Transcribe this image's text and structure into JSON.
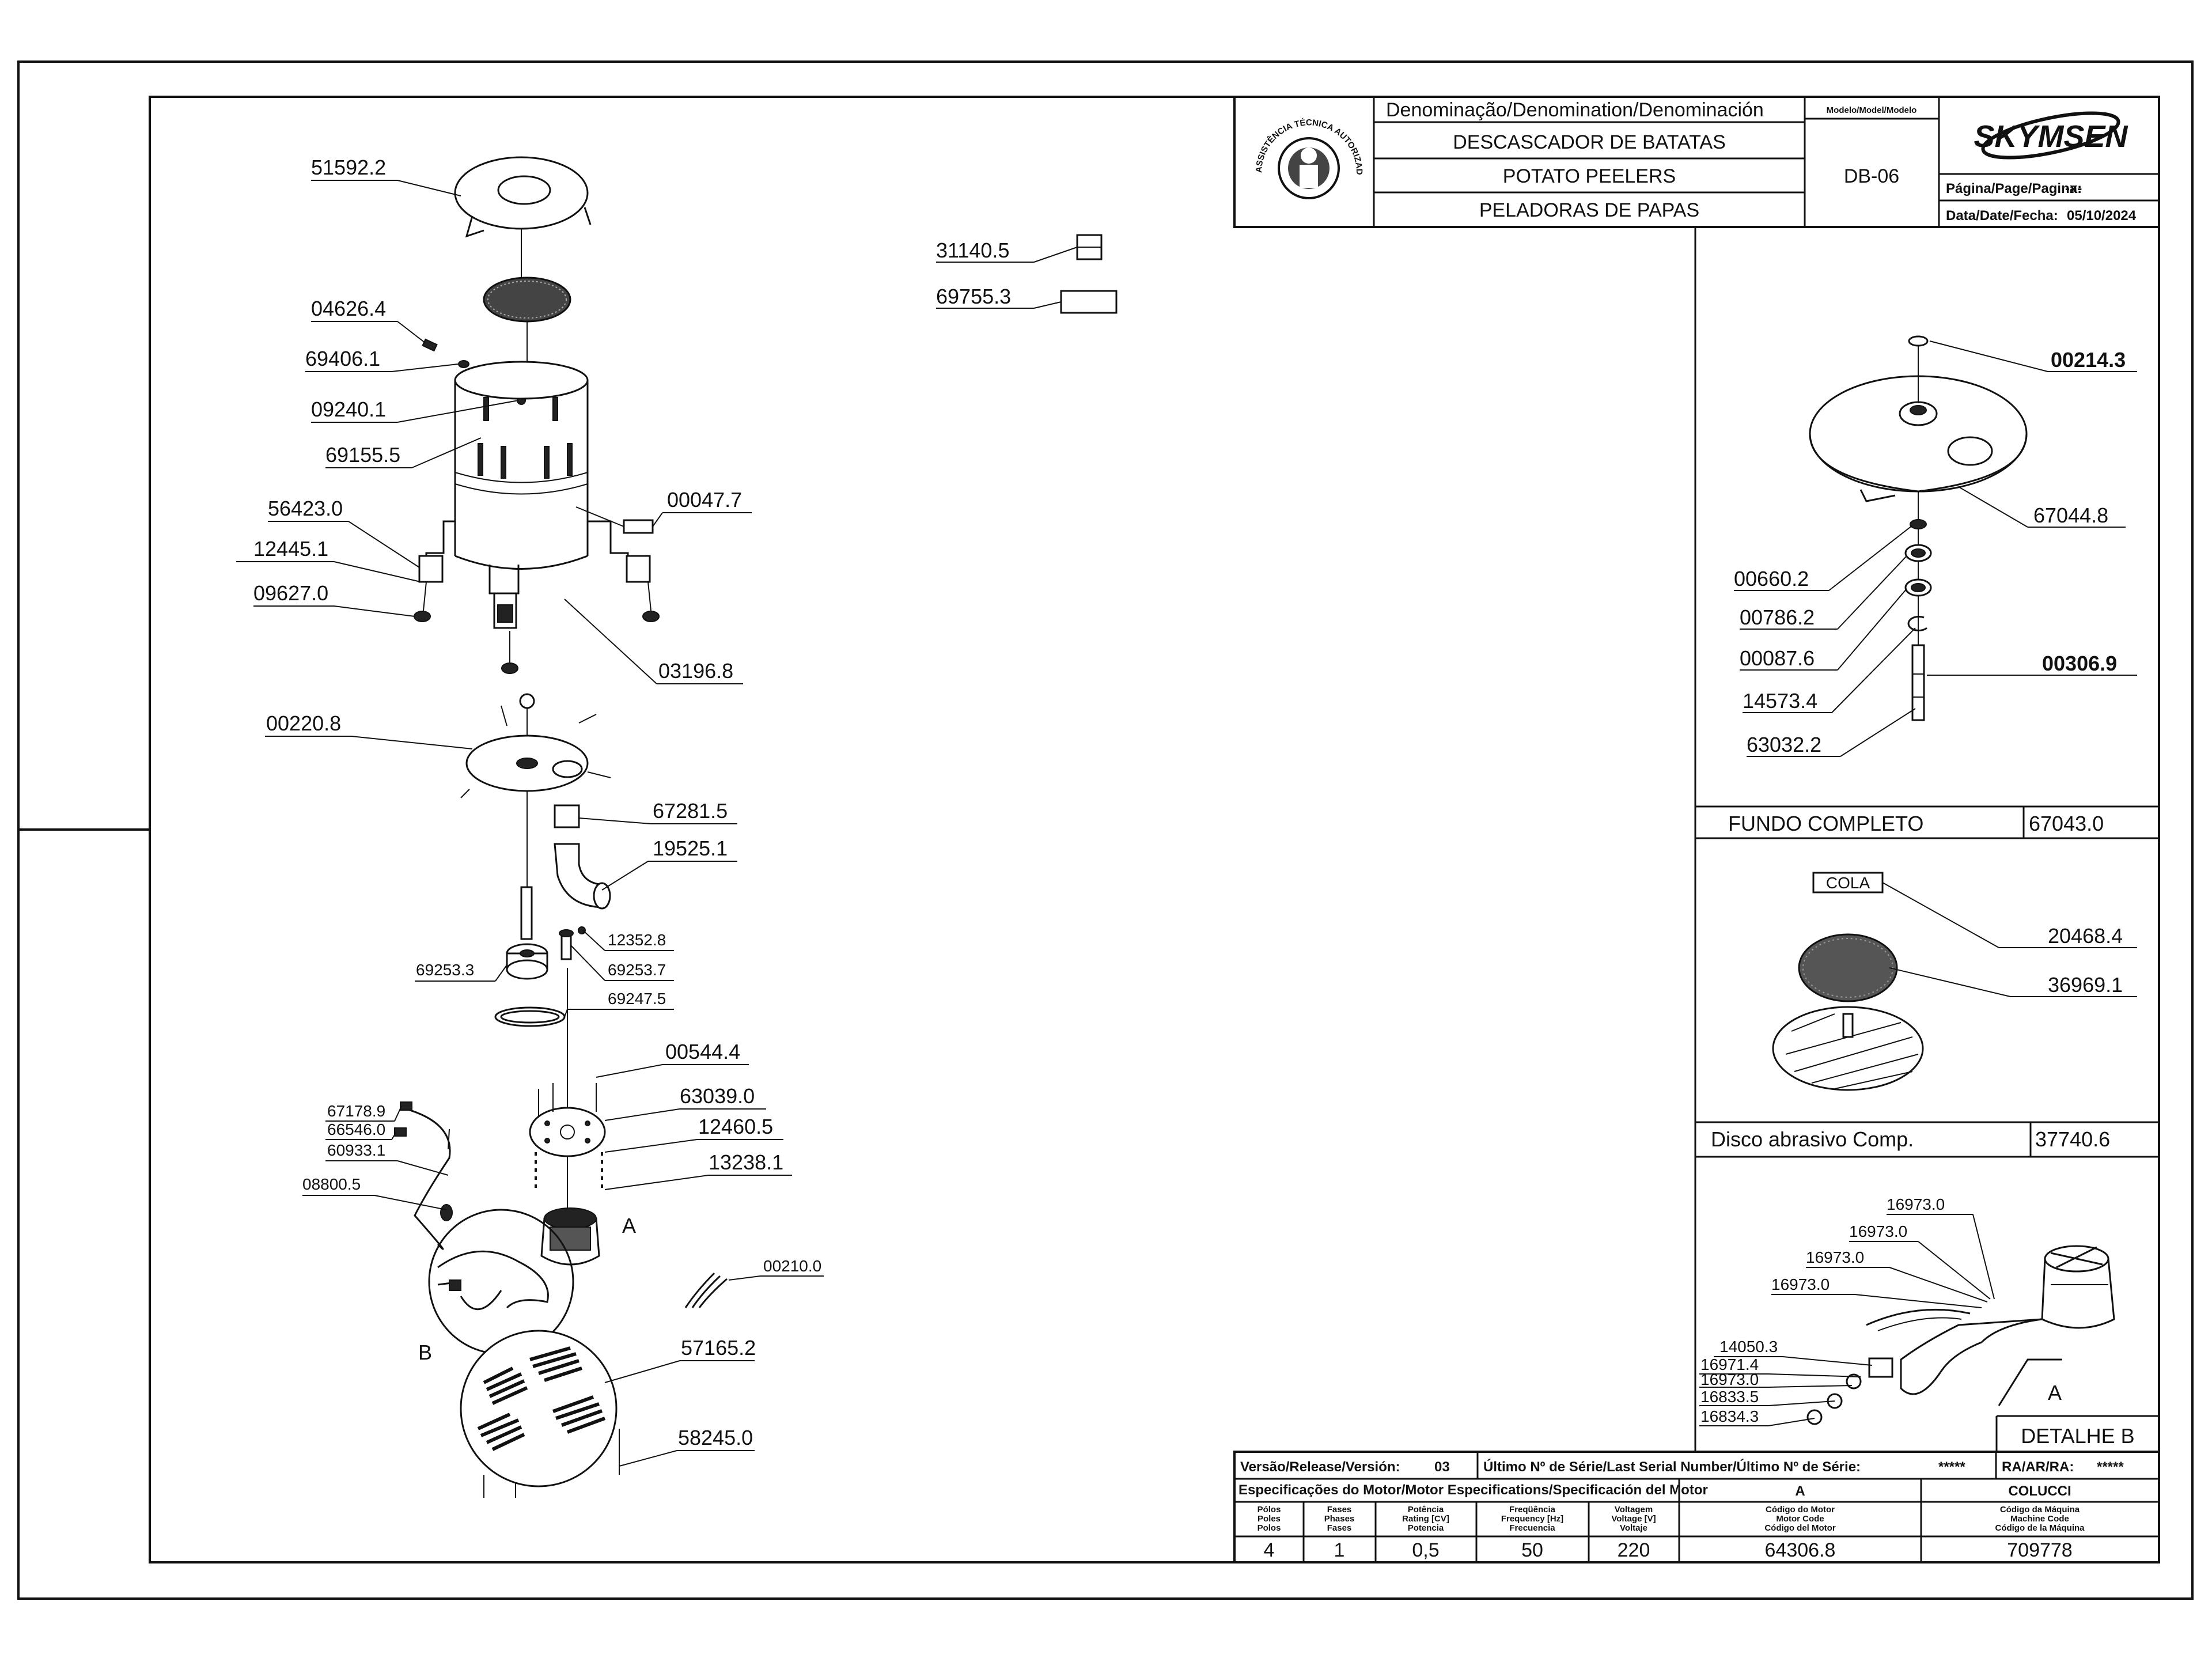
{
  "title_block": {
    "denomination_header": "Denominação/Denomination/Denominación",
    "name_pt": "DESCASCADOR DE BATATAS",
    "name_en": "POTATO PEELERS",
    "name_es": "PELADORAS DE PAPAS",
    "model_header": "Modelo/Model/Modelo",
    "model": "DB-06",
    "brand": "SKYMSEN",
    "page_label": "Página/Page/Pagina:",
    "page_value": "-x-",
    "date_label": "Data/Date/Fecha:",
    "date_value": "05/10/2024",
    "seal_text": "ASSISTÊNCIA TÉCNICA AUTORIZADA"
  },
  "main_parts": [
    {
      "id": "p1",
      "code": "51592.2"
    },
    {
      "id": "p2",
      "code": "04626.4"
    },
    {
      "id": "p3",
      "code": "69406.1"
    },
    {
      "id": "p4",
      "code": "09240.1"
    },
    {
      "id": "p5",
      "code": "69155.5"
    },
    {
      "id": "p6",
      "code": "56423.0"
    },
    {
      "id": "p7",
      "code": "12445.1"
    },
    {
      "id": "p8",
      "code": "09627.0"
    },
    {
      "id": "p9",
      "code": "00047.7"
    },
    {
      "id": "p10",
      "code": "03196.8"
    },
    {
      "id": "p11",
      "code": "00220.8"
    },
    {
      "id": "p12",
      "code": "67281.5"
    },
    {
      "id": "p13",
      "code": "19525.1"
    },
    {
      "id": "p14",
      "code": "12352.8"
    },
    {
      "id": "p15",
      "code": "69253.3"
    },
    {
      "id": "p16",
      "code": "69253.7"
    },
    {
      "id": "p17",
      "code": "69247.5"
    },
    {
      "id": "p18",
      "code": "00544.4"
    },
    {
      "id": "p19",
      "code": "67178.9"
    },
    {
      "id": "p20",
      "code": "66546.0"
    },
    {
      "id": "p21",
      "code": "60933.1"
    },
    {
      "id": "p22",
      "code": "63039.0"
    },
    {
      "id": "p23",
      "code": "12460.5"
    },
    {
      "id": "p24",
      "code": "13238.1"
    },
    {
      "id": "p25",
      "code": "08800.5"
    },
    {
      "id": "p26",
      "code": "00210.0"
    },
    {
      "id": "p27",
      "code": "57165.2"
    },
    {
      "id": "p28",
      "code": "58245.0"
    },
    {
      "id": "p29",
      "code": "31140.5"
    },
    {
      "id": "p30",
      "code": "69755.3"
    }
  ],
  "callouts": {
    "a": "A",
    "b": "B",
    "a2": "A"
  },
  "fundo_section": {
    "title": "FUNDO COMPLETO",
    "code": "67043.0",
    "parts": [
      "00214.3",
      "67044.8",
      "00660.2",
      "00786.2",
      "00087.6",
      "00306.9",
      "14573.4",
      "63032.2"
    ]
  },
  "disco_section": {
    "title": "Disco abrasivo Comp.",
    "code": "37740.6",
    "cola_label": "COLA",
    "parts": [
      "20468.4",
      "36969.1"
    ]
  },
  "detail_b": {
    "title": "DETALHE B",
    "parts": [
      "16973.0",
      "16973.0",
      "16973.0",
      "16973.0",
      "14050.3",
      "16971.4",
      "16973.0",
      "16833.5",
      "16834.3"
    ]
  },
  "bottom_block": {
    "version_label": "Versão/Release/Versión:",
    "version_value": "03",
    "serial_label": "Último Nº de Série/Last Serial Number/Último Nº de Série:",
    "serial_value": "*****",
    "ra_label": "RA/AR/RA:",
    "ra_value": "*****",
    "motor_spec_label": "Especificações do Motor/Motor Especifications/Specificación del Motor",
    "motor_letter": "A",
    "manufacturer": "COLUCCI",
    "headers": [
      [
        "Pólos",
        "Poles",
        "Polos"
      ],
      [
        "Fases",
        "Phases",
        "Fases"
      ],
      [
        "Potência",
        "Rating [CV]",
        "Potencia"
      ],
      [
        "Freqüência",
        "Frequency [Hz]",
        "Frecuencia"
      ],
      [
        "Voltagem",
        "Voltage [V]",
        "Voltaje"
      ],
      [
        "Código do Motor",
        "Motor Code",
        "Código del Motor"
      ],
      [
        "Código da Máquina",
        "Machine Code",
        "Código de la Máquina"
      ]
    ],
    "values": [
      "4",
      "1",
      "0,5",
      "50",
      "220",
      "64306.8",
      "709778"
    ]
  }
}
